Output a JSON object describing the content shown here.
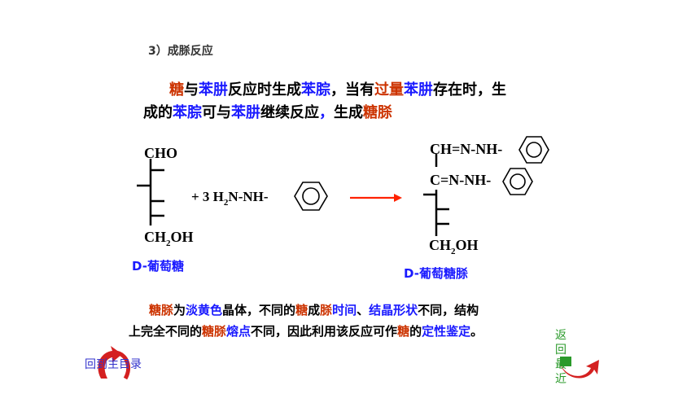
{
  "section": {
    "title": "3）成脎反应"
  },
  "intro": {
    "line1": [
      {
        "t": "糖",
        "c": "red"
      },
      {
        "t": "与",
        "c": "k"
      },
      {
        "t": "苯肼",
        "c": "blue"
      },
      {
        "t": "反应时生成",
        "c": "k"
      },
      {
        "t": "苯腙",
        "c": "blue"
      },
      {
        "t": "，",
        "c": "k"
      },
      {
        "t": "当有",
        "c": "k"
      },
      {
        "t": "过量",
        "c": "red"
      },
      {
        "t": "苯肼",
        "c": "blue"
      },
      {
        "t": "存在时，生",
        "c": "k"
      }
    ],
    "line2": [
      {
        "t": "成的",
        "c": "k"
      },
      {
        "t": "苯腙",
        "c": "blue"
      },
      {
        "t": "可与",
        "c": "k"
      },
      {
        "t": "苯肼",
        "c": "blue"
      },
      {
        "t": "继续反应",
        "c": "k"
      },
      {
        "t": "，",
        "c": "blue"
      },
      {
        "t": "生成",
        "c": "k"
      },
      {
        "t": "糖脎",
        "c": "red"
      }
    ]
  },
  "reaction": {
    "left_top": "CHO",
    "left_bottom": "CH2OH",
    "reagent_coef": "+  3 H2N-NH-",
    "right_top": "CH=N-NH-",
    "right_second": "C=N-NH-",
    "right_bottom": "CH2OH",
    "left_label": "D-葡萄糖",
    "right_label": "D-葡萄糖脎",
    "arrow_color": "#ff2200"
  },
  "conclusion": {
    "line1": [
      {
        "t": "糖脎",
        "c": "red"
      },
      {
        "t": "为",
        "c": "k"
      },
      {
        "t": "淡黄色",
        "c": "blue"
      },
      {
        "t": "晶体，不同的",
        "c": "k"
      },
      {
        "t": "糖",
        "c": "red"
      },
      {
        "t": "成",
        "c": "k"
      },
      {
        "t": "脎",
        "c": "red"
      },
      {
        "t": "时间",
        "c": "blue"
      },
      {
        "t": "、",
        "c": "k"
      },
      {
        "t": "结晶形状",
        "c": "blue"
      },
      {
        "t": "不同，结构",
        "c": "k"
      }
    ],
    "line2": [
      {
        "t": "上完全不同的",
        "c": "k"
      },
      {
        "t": "糖脎",
        "c": "red"
      },
      {
        "t": "熔点",
        "c": "blue"
      },
      {
        "t": "不同，因此利用该反应可作",
        "c": "k"
      },
      {
        "t": "糖",
        "c": "red"
      },
      {
        "t": "的",
        "c": "k"
      },
      {
        "t": "定性鉴定",
        "c": "blue"
      },
      {
        "t": "。",
        "c": "k"
      }
    ]
  },
  "nav": {
    "main_menu": "回到主目录",
    "return_recent": "返回最近"
  },
  "colors": {
    "red": "#cc3300",
    "blue": "#1a1aff",
    "arrow_red": "#d42020",
    "nav_green": "#2a9a2a"
  }
}
